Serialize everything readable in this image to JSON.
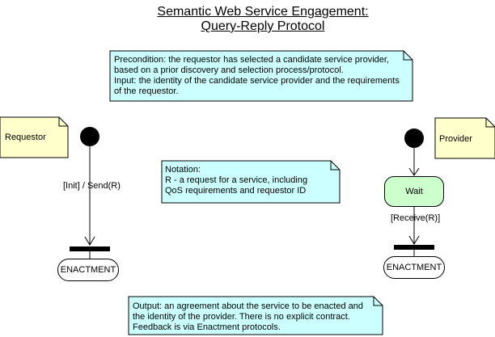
{
  "title": {
    "line1": "Semantic Web Service Engagement:",
    "line2": "Query-Reply Protocol"
  },
  "precondition_note": "Precondition: the requestor has selected a candidate service provider,\nbased on a prior discovery and selection process/protocol.\nInput: the identity of the candidate service provider and the requirements\nof the requestor.",
  "notation_note": "Notation:\nR - a request for a service, including\n      QoS requirements and requestor ID",
  "output_note": "Output: an agreement about the service to be enacted and\nthe identity of the provider.  There is no explicit contract.\nFeedback is via Enactment protocols.",
  "requestor": {
    "role_label": "Requestor",
    "transition_label": "[Init] / Send(R)",
    "end_state": "ENACTMENT"
  },
  "provider": {
    "role_label": "Provider",
    "wait_state": "Wait",
    "transition_label": "[Receive(R)]",
    "end_state": "ENACTMENT"
  },
  "colors": {
    "note_cyan": "#ccffff",
    "note_yellow": "#ffffcc",
    "wait_green": "#ccffcc"
  }
}
